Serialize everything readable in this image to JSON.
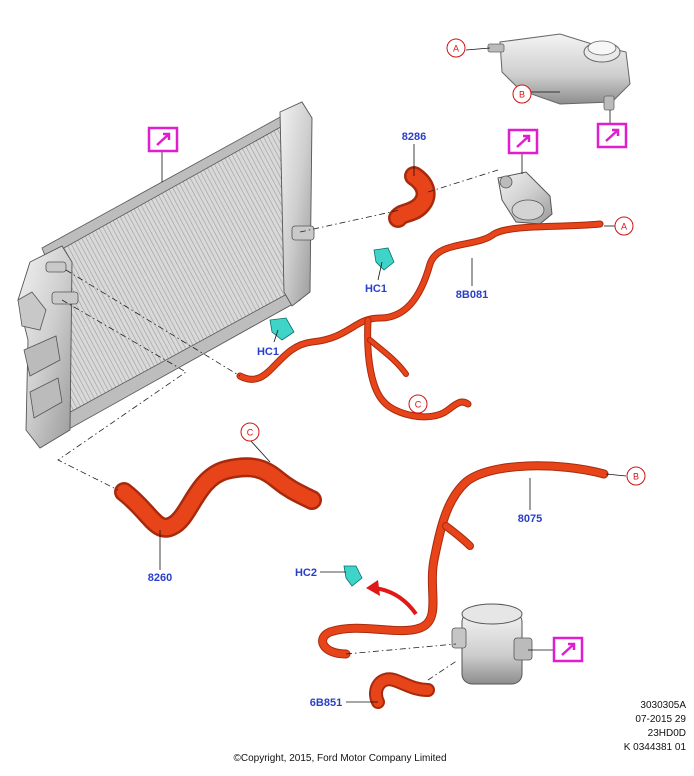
{
  "parts": {
    "p8286": "8286",
    "p8b081": "8B081",
    "phc1_upper": "HC1",
    "phc1_lower": "HC1",
    "p8260": "8260",
    "p8075": "8075",
    "phc2": "HC2",
    "p6b851": "6B851"
  },
  "connectors": {
    "a_reservoir": "A",
    "b_reservoir": "B",
    "a_hose": "A",
    "b_hose": "B",
    "c_upper": "C",
    "c_lower": "C"
  },
  "footer": {
    "code_line1": "3030305A",
    "code_line2": "07-2015 29",
    "code_line3": "23HD0D",
    "code_line4": "K 0344381 01",
    "copyright": "©Copyright, 2015, Ford Motor Company Limited"
  },
  "colors": {
    "hose": "#e8441a",
    "hose_dark": "#a82a0c",
    "clip": "#3fd4c8",
    "connector_ring": "#d11111",
    "callout_text": "#2a3fc9",
    "view_box": "#e01ed0"
  }
}
